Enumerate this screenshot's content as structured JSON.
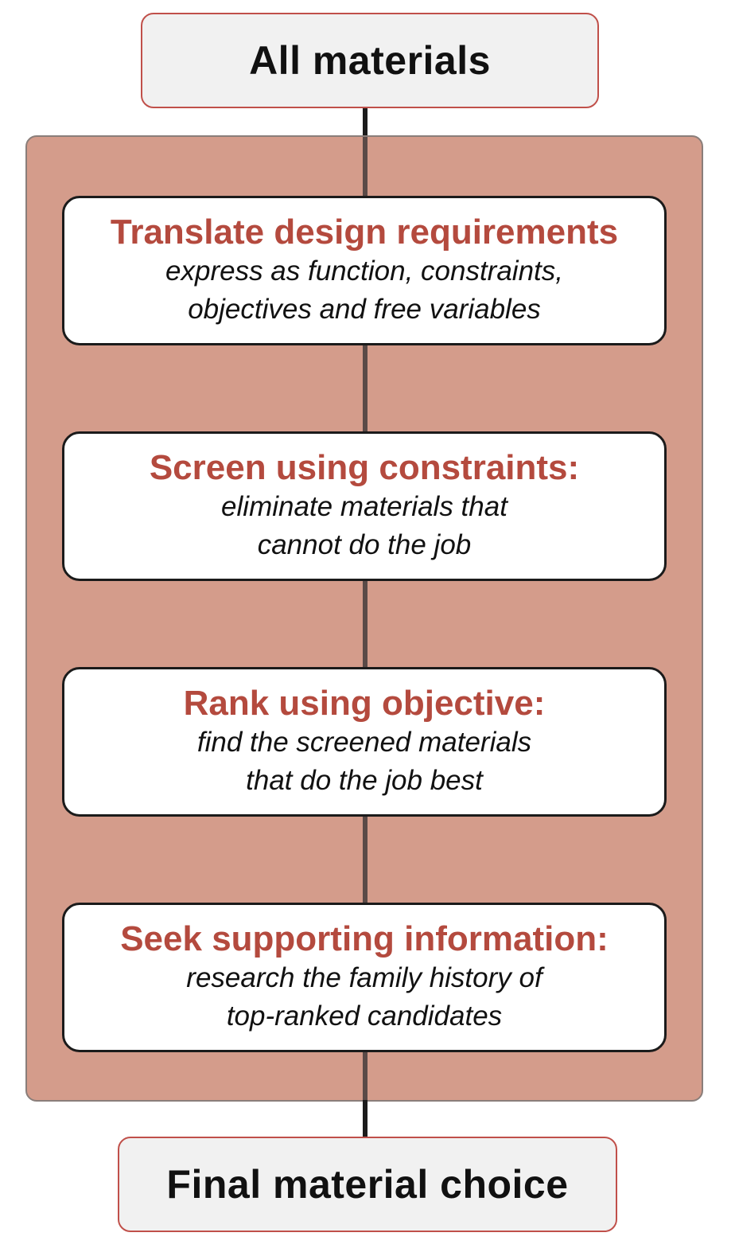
{
  "start": {
    "label": "All materials"
  },
  "steps": [
    {
      "title": "Translate design requirements",
      "description": "express as function, constraints,\nobjectives and free variables"
    },
    {
      "title": "Screen using constraints:",
      "description": "eliminate materials that\ncannot do the job"
    },
    {
      "title": "Rank using objective:",
      "description": "find the screened materials\nthat do the job best"
    },
    {
      "title": "Seek supporting information:",
      "description": "research the family history of\ntop-ranked candidates"
    }
  ],
  "end": {
    "label": "Final material choice"
  },
  "colors": {
    "panel_fill": "#d49c8b",
    "title_text": "#b44a3e",
    "terminal_border": "#c0504a",
    "terminal_fill": "#f1f1f1"
  }
}
